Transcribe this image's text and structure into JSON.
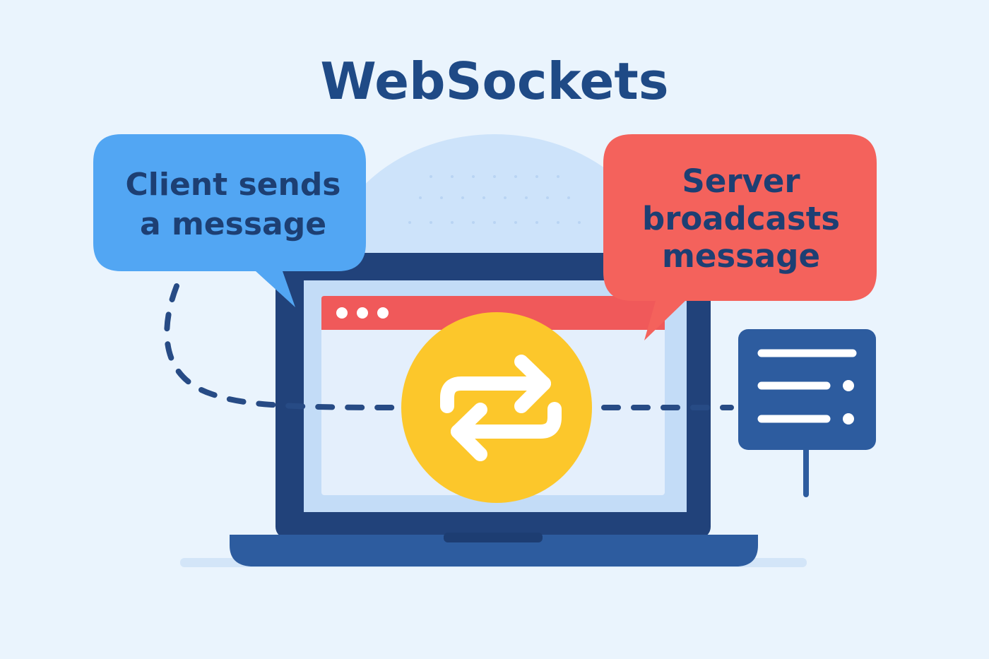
{
  "title": "WebSockets",
  "client_bubble": {
    "lines": [
      "Client sends",
      "a message"
    ]
  },
  "server_bubble": {
    "lines": [
      "Server",
      "broadcasts",
      "message"
    ]
  },
  "colors": {
    "background": "#eaf4fd",
    "title": "#1f4a86",
    "client_bubble": "#52a6f3",
    "server_bubble": "#f4625c",
    "laptop": "#21427a",
    "screen": "#c3dcf7",
    "browser_bar": "#f0595a",
    "exchange_circle": "#fcc72b",
    "server_box": "#2d5c9f",
    "dashed_line": "#274b85"
  },
  "icons": [
    "swap-arrows-icon",
    "server-icon",
    "window-dots-icon"
  ]
}
